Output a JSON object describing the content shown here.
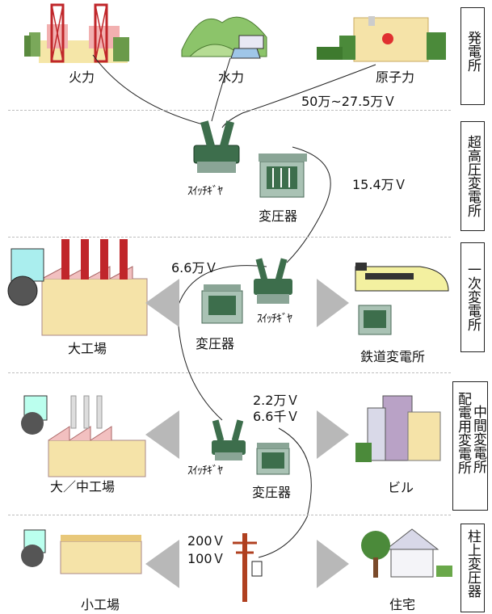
{
  "generation": {
    "thermal": "火力",
    "hydro": "水力",
    "nuclear": "原子力",
    "voltage": "50万~27.5万Ｖ"
  },
  "ultra_high": {
    "switchgear": "ｽｲｯﾁｷﾞﾔ",
    "transformer": "変圧器",
    "voltage": "15.4万Ｖ"
  },
  "primary": {
    "voltage": "6.6万Ｖ",
    "transformer": "変圧器",
    "switchgear": "ｽｲｯﾁｷﾞﾔ",
    "large_factory": "大工場",
    "railway": "鉄道変電所"
  },
  "distribution": {
    "voltage1": "2.2万Ｖ",
    "voltage2": "6.6千Ｖ",
    "switchgear": "ｽｲｯﾁｷﾞﾔ",
    "transformer": "変圧器",
    "medium_factory": "大／中工場",
    "building": "ビル"
  },
  "pole": {
    "voltage1": "200Ｖ",
    "voltage2": "100Ｖ",
    "small_factory": "小工場",
    "house": "住宅"
  },
  "side_labels": {
    "generation": "発電所",
    "ultra_high": "超高圧変電所",
    "primary": "一次変電所",
    "distribution_a": "配電用変電所",
    "distribution_b": "中間変電所",
    "pole": "柱上変圧器"
  }
}
